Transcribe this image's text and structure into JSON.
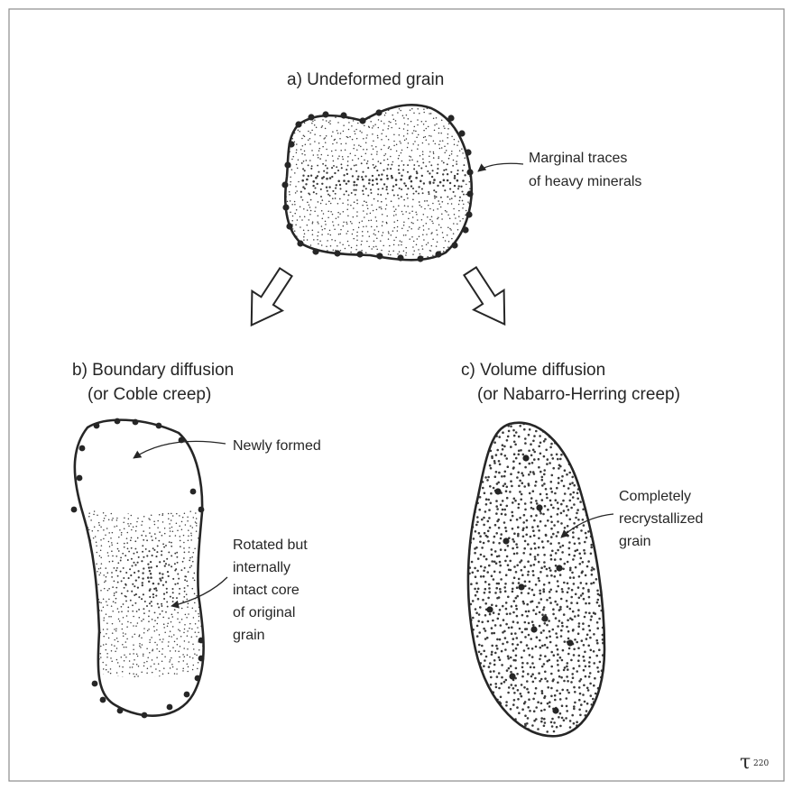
{
  "figure": {
    "panel_a": {
      "title": "a) Undeformed grain"
    },
    "panel_b": {
      "title_line1": "b) Boundary diffusion",
      "title_line2": "(or Coble creep)"
    },
    "panel_c": {
      "title_line1": "c) Volume diffusion",
      "title_line2": "(or Nabarro-Herring creep)"
    },
    "annotations": {
      "marginal_line1": "Marginal traces",
      "marginal_line2": "of heavy minerals",
      "newly_formed": "Newly formed",
      "core_line1": "Rotated but",
      "core_line2": "internally",
      "core_line3": "intact core",
      "core_line4": "of original",
      "core_line5": "grain",
      "recryst_line1": "Completely",
      "recryst_line2": "recrystallized",
      "recryst_line3": "grain"
    },
    "logo": {
      "text": "220"
    }
  },
  "colors": {
    "ink": "#262626",
    "stipple": "#3a3a3a",
    "background": "#ffffff"
  }
}
